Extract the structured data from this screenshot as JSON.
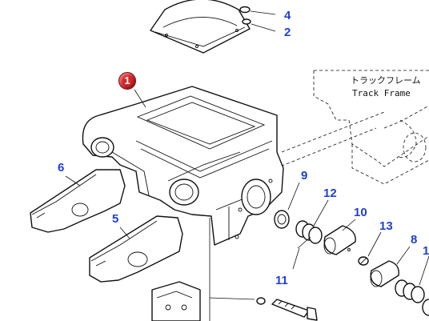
{
  "diagram": {
    "main_part_badge": "1",
    "reference_label": {
      "japanese": "トラックフレーム",
      "english": "Track Frame"
    },
    "callouts": [
      {
        "id": "p4",
        "text": "4"
      },
      {
        "id": "p2",
        "text": "2"
      },
      {
        "id": "p6",
        "text": "6"
      },
      {
        "id": "p5",
        "text": "5"
      },
      {
        "id": "p9",
        "text": "9"
      },
      {
        "id": "p12",
        "text": "12"
      },
      {
        "id": "p10",
        "text": "10"
      },
      {
        "id": "p13",
        "text": "13"
      },
      {
        "id": "p8",
        "text": "8"
      },
      {
        "id": "p11",
        "text": "11"
      },
      {
        "id": "p1_edge",
        "text": "1"
      }
    ],
    "colors": {
      "callout": "#1f3fd6",
      "badge": "#d8252a",
      "ink": "#111111"
    }
  }
}
